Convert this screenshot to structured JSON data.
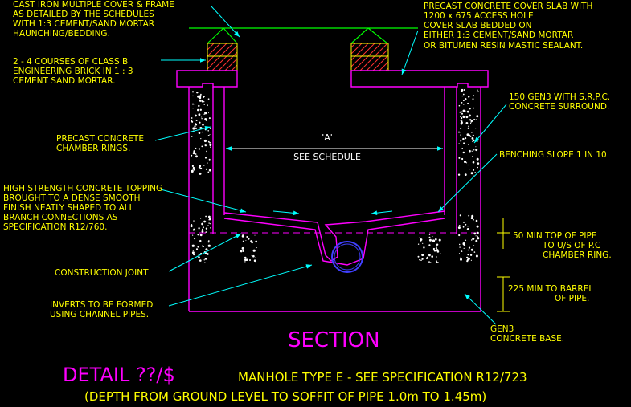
{
  "notes": {
    "cover_frame": [
      "CAST IRON MULTIPLE COVER & FRAME",
      "AS DETAILED BY THE SCHEDULES",
      "WITH 1:3 CEMENT/SAND MORTAR",
      "HAUNCHING/BEDDING."
    ],
    "brick": [
      "2 - 4 COURSES OF CLASS B",
      "ENGINEERING BRICK IN 1 : 3",
      "CEMENT SAND MORTAR."
    ],
    "cover_slab": [
      "PRECAST CONCRETE COVER SLAB WITH",
      "1200 x 675 ACCESS HOLE",
      "COVER SLAB BEDDED ON",
      "EITHER 1:3 CEMENT/SAND MORTAR",
      "OR BITUMEN RESIN MASTIC SEALANT."
    ],
    "surround": [
      "150 GEN3 WITH S.R.P.C.",
      "CONCRETE SURROUND."
    ],
    "rings": [
      "PRECAST CONCRETE",
      "CHAMBER RINGS."
    ],
    "dim_label": "'A'",
    "see_schedule": "SEE SCHEDULE",
    "benching": [
      "BENCHING SLOPE 1 IN 10"
    ],
    "topping": [
      "HIGH STRENGTH CONCRETE TOPPING",
      "BROUGHT TO A DENSE SMOOTH",
      "FINISH NEATLY SHAPED TO ALL",
      "BRANCH CONNECTIONS AS",
      "SPECIFICATION R12/760."
    ],
    "min50": [
      "50 MIN TOP OF PIPE",
      "TO U/S OF P.C",
      "CHAMBER RING."
    ],
    "joint": [
      "CONSTRUCTION JOINT"
    ],
    "min225": [
      "225 MIN TO BARREL",
      "OF PIPE."
    ],
    "inverts": [
      "INVERTS TO BE FORMED",
      "USING CHANNEL PIPES."
    ],
    "base": [
      "GEN3",
      "CONCRETE BASE."
    ]
  },
  "section_label": "SECTION",
  "detail_id": "DETAIL ??/$",
  "subtitle": "MANHOLE TYPE E - SEE SPECIFICATION R12/723",
  "subtitle2": "(DEPTH FROM GROUND LEVEL TO SOFFIT OF PIPE 1.0m TO 1.45m)",
  "colors": {
    "background": "#000000",
    "text": "#ffff00",
    "structure": "#ff00ff",
    "leader": "#00ffff",
    "pipe": "#4040ff",
    "ground": "#00ff00",
    "brick": "#ff3030"
  }
}
